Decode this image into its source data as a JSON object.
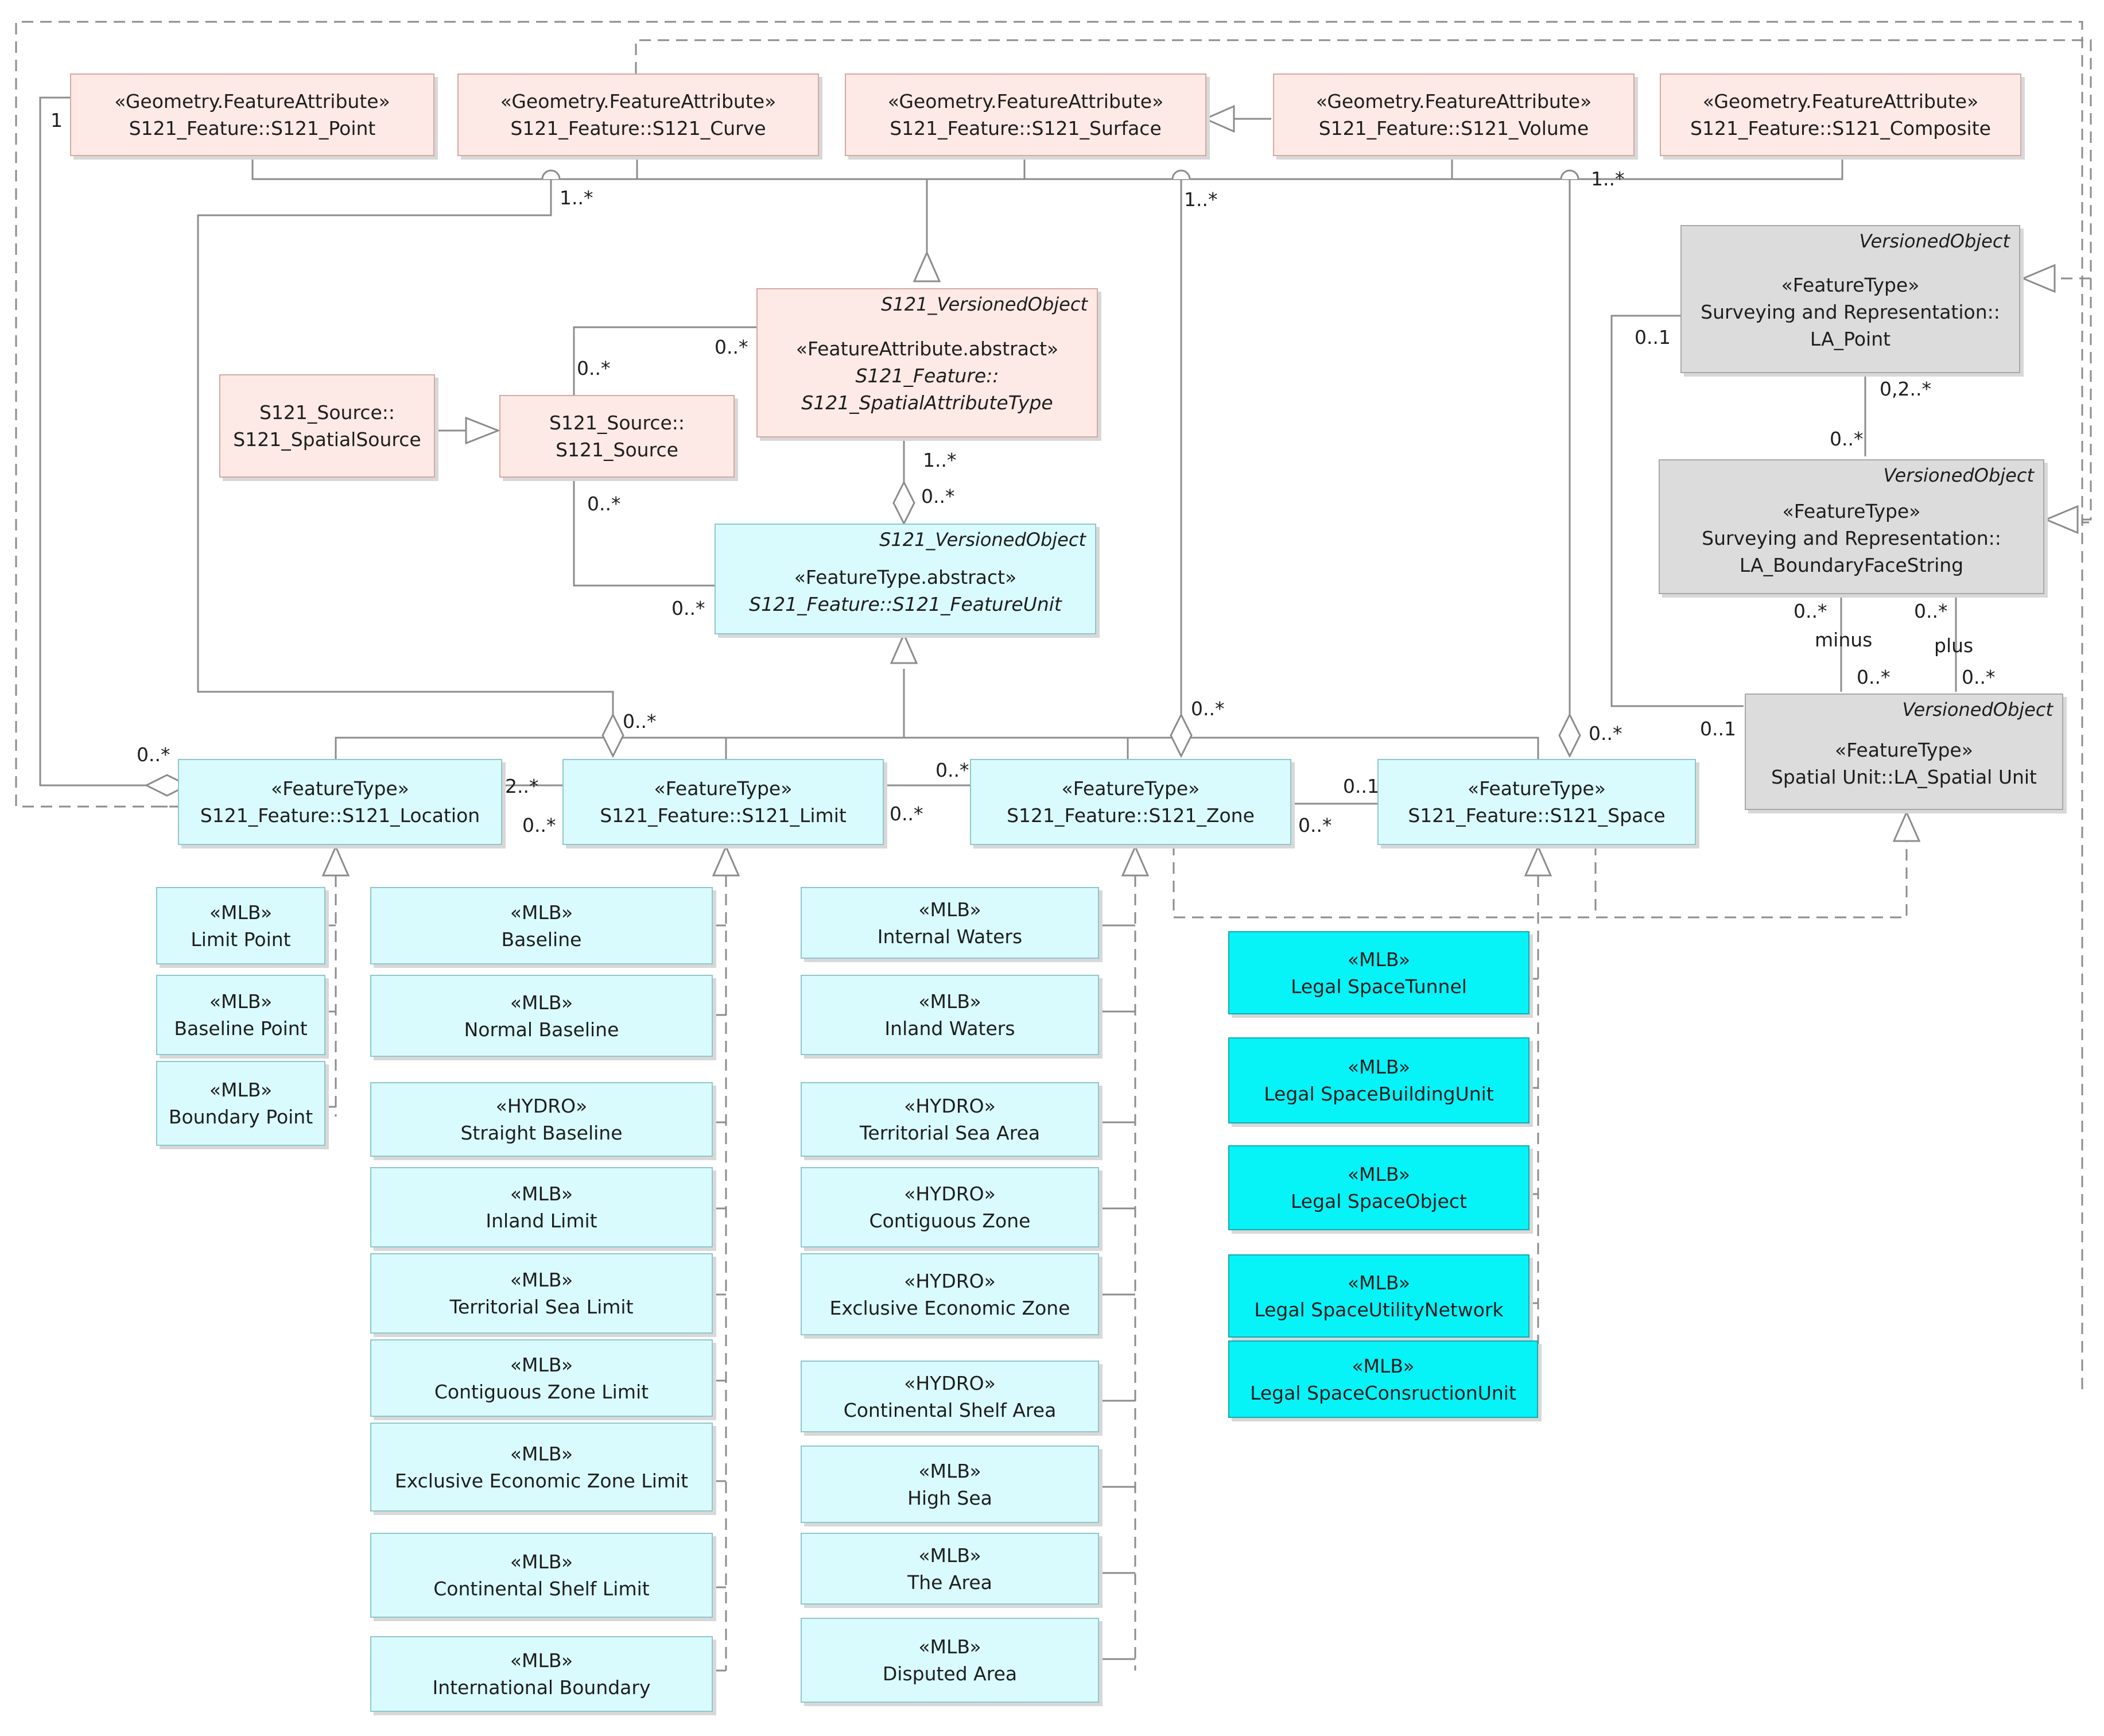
{
  "colors": {
    "pink": "#fde9e5",
    "cyan": "#d9fbfd",
    "aqua": "#06f3f8",
    "grey": "#dcdcdc",
    "line": "#8c8c8c"
  },
  "geometry": [
    {
      "stereotype": "«Geometry.FeatureAttribute»",
      "name": "S121_Feature::S121_Point"
    },
    {
      "stereotype": "«Geometry.FeatureAttribute»",
      "name": "S121_Feature::S121_Curve"
    },
    {
      "stereotype": "«Geometry.FeatureAttribute»",
      "name": "S121_Feature::S121_Surface"
    },
    {
      "stereotype": "«Geometry.FeatureAttribute»",
      "name": "S121_Feature::S121_Volume"
    },
    {
      "stereotype": "«Geometry.FeatureAttribute»",
      "name": "S121_Feature::S121_Composite"
    }
  ],
  "spatial_attr": {
    "tag": "S121_VersionedObject",
    "stereotype": "«FeatureAttribute.abstract»",
    "name1": "S121_Feature::",
    "name2": "S121_SpatialAttributeType"
  },
  "spatial_source": {
    "line1": "S121_Source::",
    "line2": "S121_SpatialSource"
  },
  "source": {
    "line1": "S121_Source::",
    "line2": "S121_Source"
  },
  "feature_unit": {
    "tag": "S121_VersionedObject",
    "stereotype": "«FeatureType.abstract»",
    "name": "S121_Feature::S121_FeatureUnit"
  },
  "la_point": {
    "tag": "VersionedObject",
    "stereotype": "«FeatureType»",
    "line1": "Surveying and Representation::",
    "line2": "LA_Point"
  },
  "la_bfs": {
    "tag": "VersionedObject",
    "stereotype": "«FeatureType»",
    "line1": "Surveying and Representation::",
    "line2": "LA_BoundaryFaceString"
  },
  "la_su": {
    "tag": "VersionedObject",
    "stereotype": "«FeatureType»",
    "line1": "Spatial Unit::LA_Spatial Unit"
  },
  "features": [
    {
      "stereotype": "«FeatureType»",
      "name": "S121_Feature::S121_Location"
    },
    {
      "stereotype": "«FeatureType»",
      "name": "S121_Feature::S121_Limit"
    },
    {
      "stereotype": "«FeatureType»",
      "name": "S121_Feature::S121_Zone"
    },
    {
      "stereotype": "«FeatureType»",
      "name": "S121_Feature::S121_Space"
    }
  ],
  "location_children": [
    {
      "stereotype": "«MLB»",
      "name": "Limit Point"
    },
    {
      "stereotype": "«MLB»",
      "name": "Baseline Point"
    },
    {
      "stereotype": "«MLB»",
      "name": "Boundary Point"
    }
  ],
  "limit_children": [
    {
      "stereotype": "«MLB»",
      "name": "Baseline"
    },
    {
      "stereotype": "«MLB»",
      "name": "Normal Baseline"
    },
    {
      "stereotype": "«HYDRO»",
      "name": "Straight Baseline"
    },
    {
      "stereotype": "«MLB»",
      "name": "Inland Limit"
    },
    {
      "stereotype": "«MLB»",
      "name": "Territorial Sea Limit"
    },
    {
      "stereotype": "«MLB»",
      "name": "Contiguous Zone Limit"
    },
    {
      "stereotype": "«MLB»",
      "name": "Exclusive Economic Zone Limit"
    },
    {
      "stereotype": "«MLB»",
      "name": "Continental Shelf Limit"
    },
    {
      "stereotype": "«MLB»",
      "name": "International Boundary"
    }
  ],
  "zone_children": [
    {
      "stereotype": "«MLB»",
      "name": "Internal Waters"
    },
    {
      "stereotype": "«MLB»",
      "name": "Inland Waters"
    },
    {
      "stereotype": "«HYDRO»",
      "name": "Territorial Sea Area"
    },
    {
      "stereotype": "«HYDRO»",
      "name": "Contiguous Zone"
    },
    {
      "stereotype": "«HYDRO»",
      "name": "Exclusive Economic Zone"
    },
    {
      "stereotype": "«HYDRO»",
      "name": "Continental Shelf Area"
    },
    {
      "stereotype": "«MLB»",
      "name": "High Sea"
    },
    {
      "stereotype": "«MLB»",
      "name": "The Area"
    },
    {
      "stereotype": "«MLB»",
      "name": "Disputed Area"
    }
  ],
  "space_children": [
    {
      "stereotype": "«MLB»",
      "name": "Legal SpaceTunnel"
    },
    {
      "stereotype": "«MLB»",
      "name": "Legal SpaceBuildingUnit"
    },
    {
      "stereotype": "«MLB»",
      "name": "Legal SpaceObject"
    },
    {
      "stereotype": "«MLB»",
      "name": "Legal SpaceUtilityNetwork"
    },
    {
      "stereotype": "«MLB»",
      "name": "Legal SpaceConsructionUnit"
    }
  ],
  "multiplicities": {
    "point_one": "1",
    "curve_many": "1..*",
    "surface_many": "1..*",
    "composite_many": "1..*",
    "attr_source": "0..*",
    "source_attr": "0..*",
    "attr_unit": "1..*",
    "unit_attr": "0..*",
    "source_unit": "0..*",
    "unit_source": "0..*",
    "location_agg": "0..*",
    "limit_agg": "0..*",
    "zone_agg": "0..*",
    "space_agg": "0..*",
    "loc_limit": "2..*",
    "limit_loc": "0..*",
    "limit_zone": "0..*",
    "zone_limit": "0..*",
    "zone_space": "0..*",
    "space_zone": "0..1",
    "lapoint_su": "0..1",
    "lapoint_bfs": "0,2..*",
    "bfs_lapoint": "0..*",
    "bfs_minus": "0..*",
    "minus": "minus",
    "su_minus": "0..*",
    "bfs_plus": "0..*",
    "plus": "plus",
    "su_plus": "0..*",
    "su_lapoint": "0..1"
  }
}
